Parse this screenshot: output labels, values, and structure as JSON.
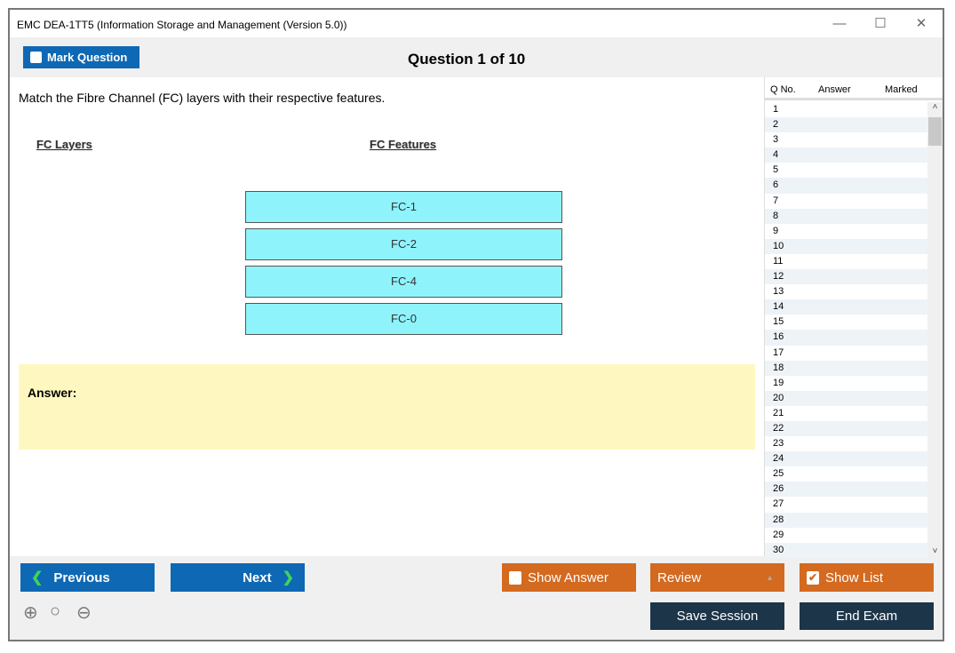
{
  "window": {
    "title": "EMC DEA-1TT5 (Information Storage and Management (Version 5.0))",
    "minimize": "—",
    "maximize": "☐",
    "close": "✕"
  },
  "toolbar": {
    "mark_label": "Mark Question",
    "question_title": "Question 1 of 10"
  },
  "question": {
    "text": "Match the Fibre Channel (FC) layers with their respective features.",
    "layers_header": "FC Layers",
    "features_header": "FC Features",
    "items": [
      "FC-1",
      "FC-2",
      "FC-4",
      "FC-0"
    ],
    "answer_label": "Answer:"
  },
  "panel": {
    "headers": [
      "Q No.",
      "Answer",
      "Marked"
    ],
    "rows": [
      "1",
      "2",
      "3",
      "4",
      "5",
      "6",
      "7",
      "8",
      "9",
      "10",
      "11",
      "12",
      "13",
      "14",
      "15",
      "16",
      "17",
      "18",
      "19",
      "20",
      "21",
      "22",
      "23",
      "24",
      "25",
      "26",
      "27",
      "28",
      "29",
      "30"
    ]
  },
  "buttons": {
    "previous": "Previous",
    "next": "Next",
    "show_answer": "Show Answer",
    "review": "Review",
    "show_list": "Show List",
    "save_session": "Save Session",
    "end_exam": "End Exam"
  },
  "colors": {
    "blue": "#0f68b3",
    "orange": "#d36a20",
    "dark": "#1c3549",
    "cyan": "#8ff3fc",
    "answer_bg": "#fef8c0"
  }
}
